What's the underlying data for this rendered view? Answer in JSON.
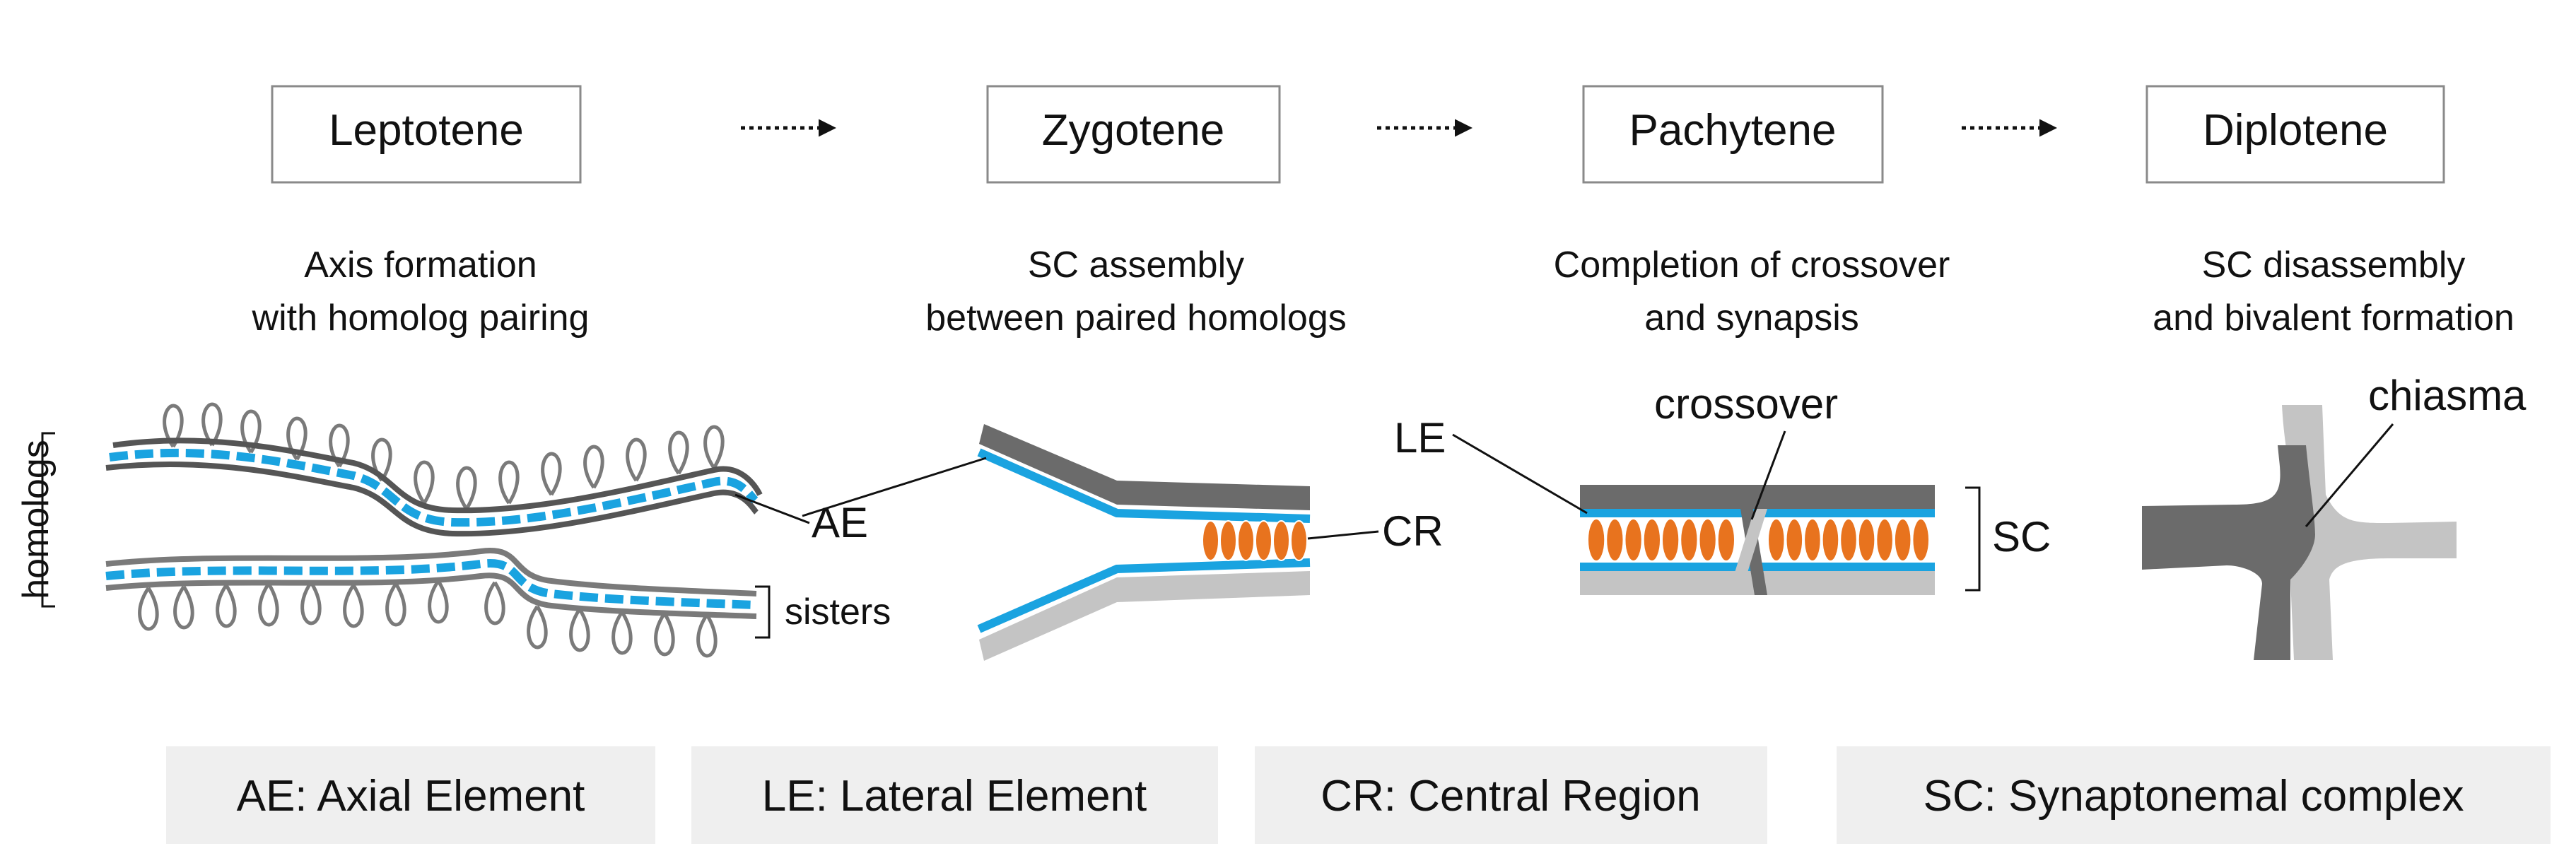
{
  "stages": [
    {
      "label": "Leptotene",
      "desc_line1": "Axis formation",
      "desc_line2": "with homolog pairing"
    },
    {
      "label": "Zygotene",
      "desc_line1": "SC assembly",
      "desc_line2": "between paired homologs"
    },
    {
      "label": "Pachytene",
      "desc_line1": "Completion of crossover",
      "desc_line2": "and synapsis"
    },
    {
      "label": "Diplotene",
      "desc_line1": "SC disassembly",
      "desc_line2": "and bivalent formation"
    }
  ],
  "callouts": {
    "homologs": "homologs",
    "sisters": "sisters",
    "ae": "AE",
    "cr": "CR",
    "le": "LE",
    "crossover": "crossover",
    "sc": "SC",
    "chiasma": "chiasma"
  },
  "legend": [
    "AE: Axial Element",
    "LE: Lateral Element",
    "CR: Central Region",
    "SC: Synaptonemal complex"
  ],
  "colors": {
    "dark_gray": "#6b6b6b",
    "mid_gray": "#8c8c8c",
    "light_gray": "#c4c4c4",
    "axis_blue": "#1aa3e0",
    "central_orange": "#e8731e",
    "legend_bg": "#efefef"
  }
}
